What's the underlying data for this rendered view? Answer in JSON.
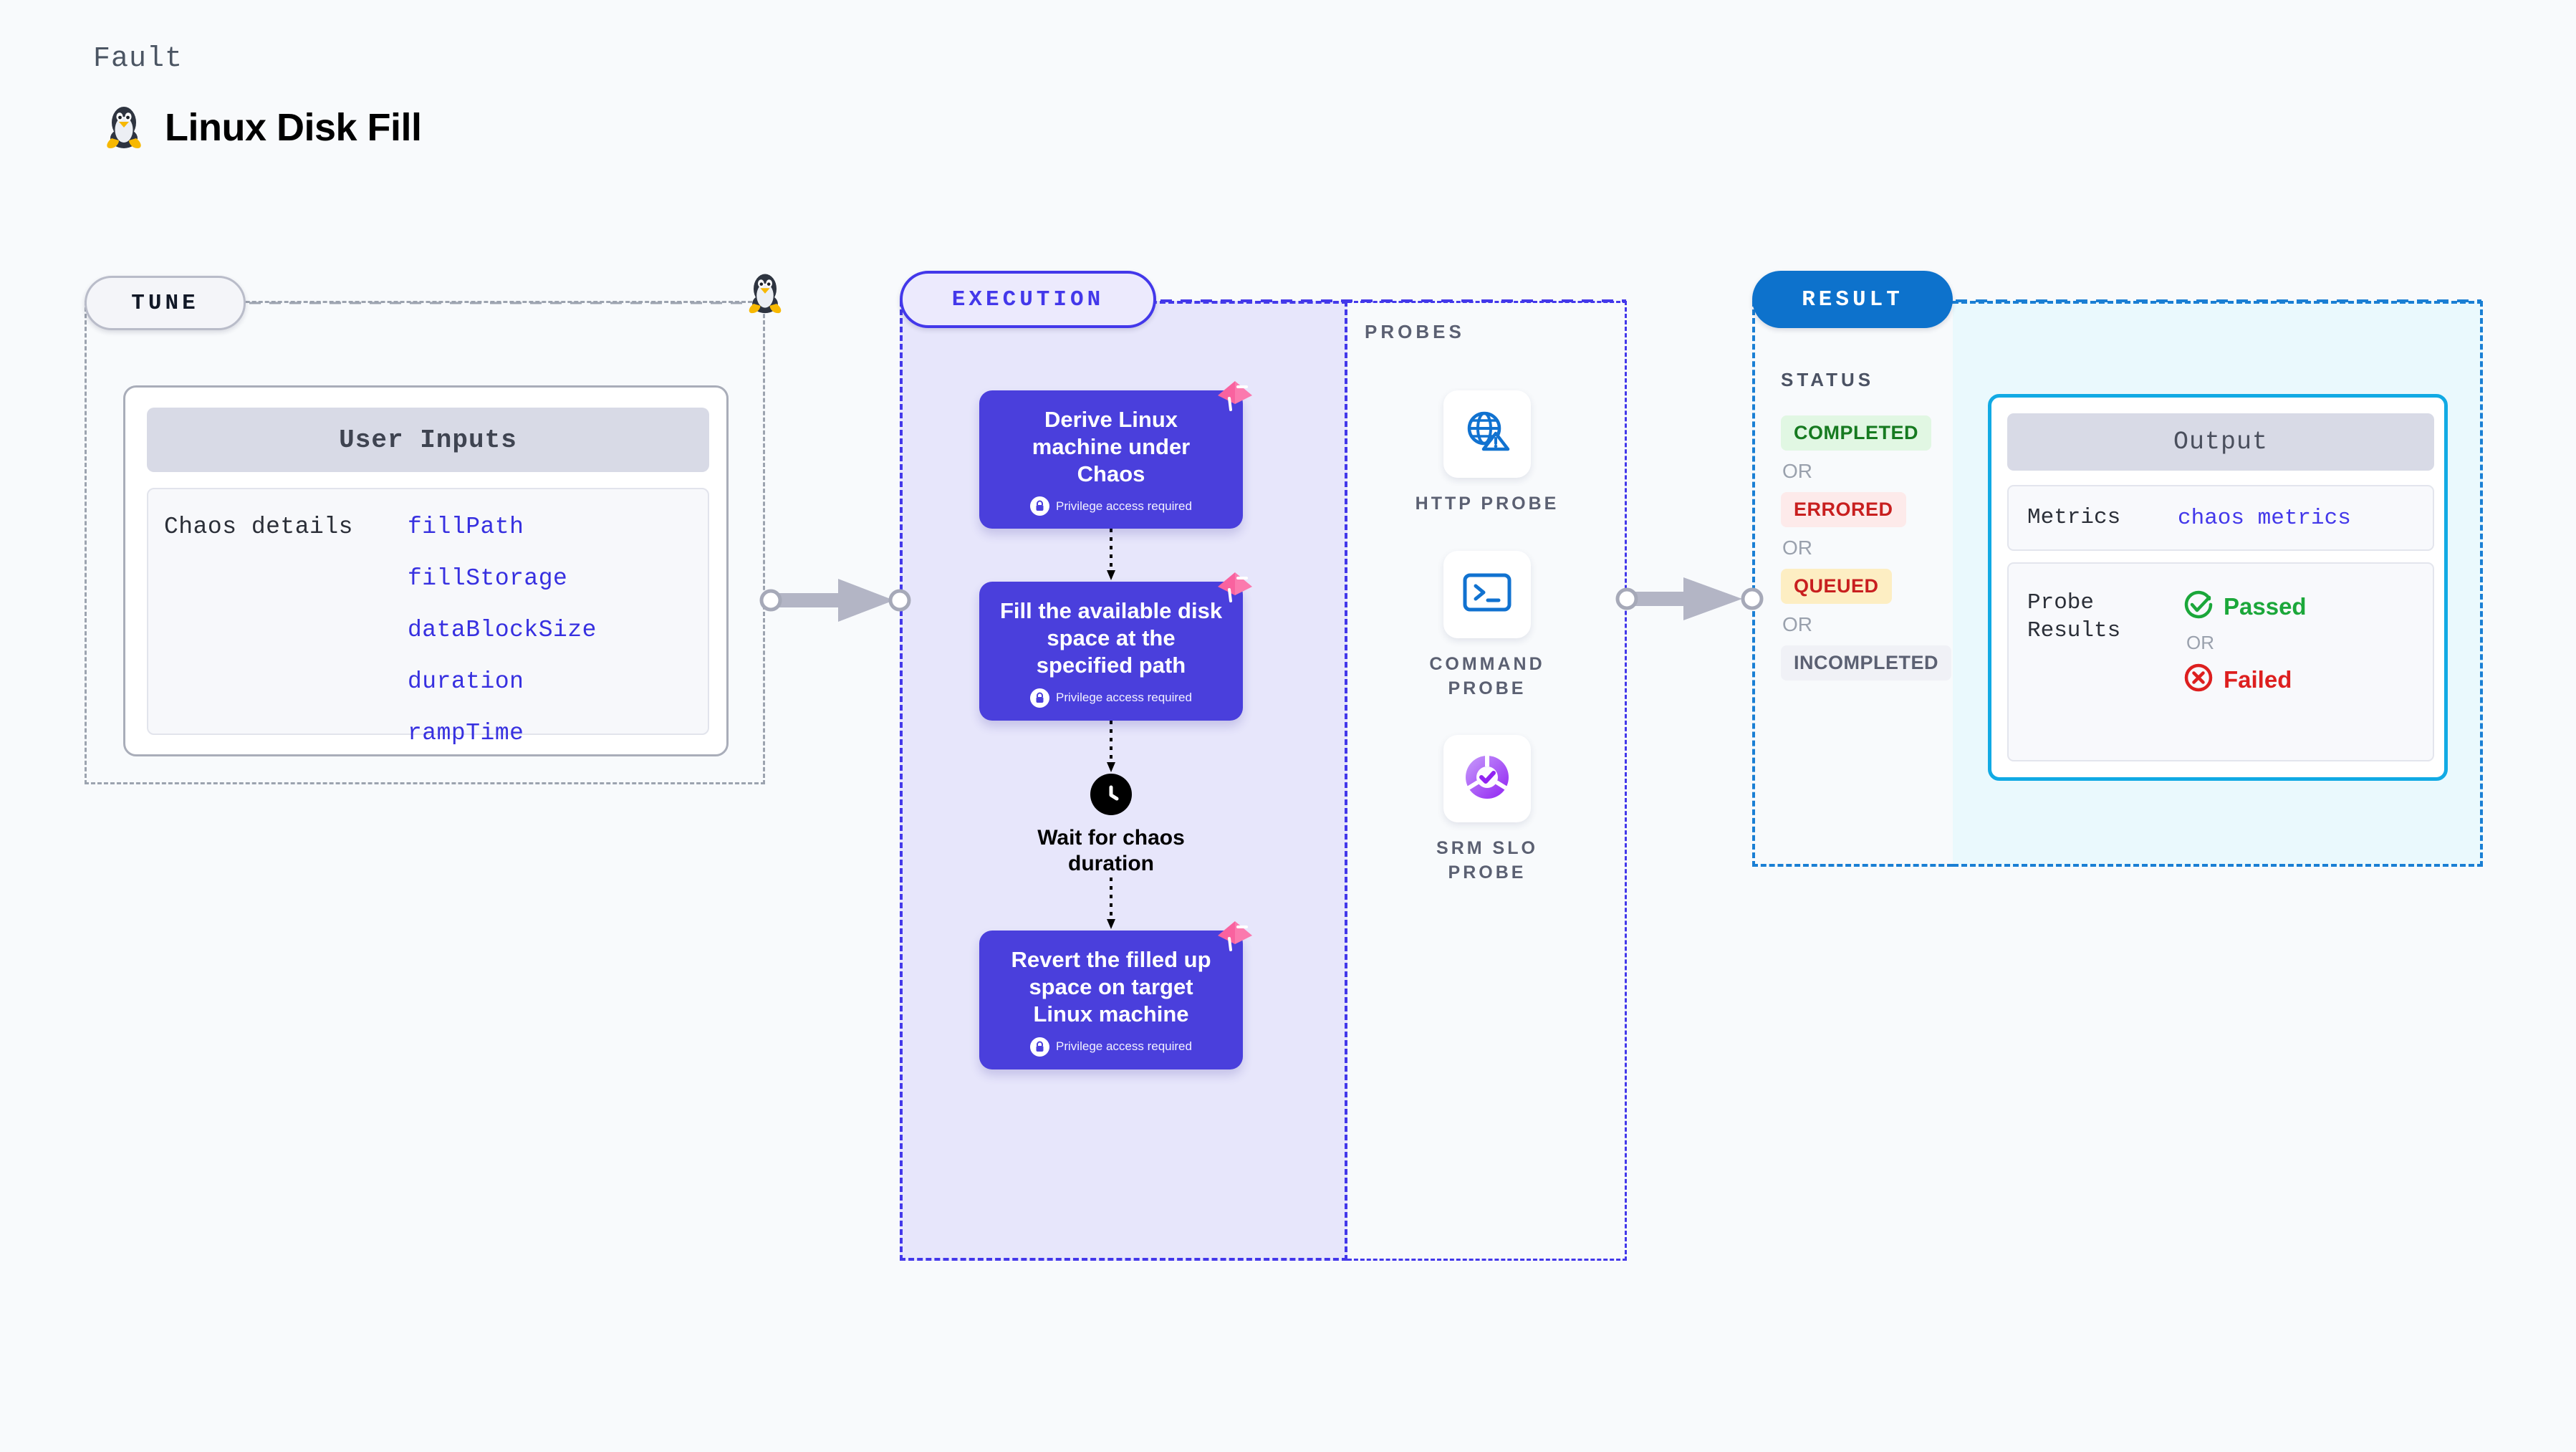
{
  "header": {
    "kicker": "Fault",
    "title": "Linux Disk Fill",
    "icon": "linux-penguin-icon"
  },
  "tune": {
    "badge": "TUNE",
    "card_title": "User Inputs",
    "row_label": "Chaos details",
    "params": [
      "fillPath",
      "fillStorage",
      "dataBlockSize",
      "duration",
      "rampTime"
    ],
    "boundary_icon": "linux-penguin-icon"
  },
  "execution": {
    "badge": "EXECUTION",
    "privilege_note": "Privilege access required",
    "steps": [
      {
        "title": "Derive Linux machine under Chaos",
        "privileged": true,
        "flag": true
      },
      {
        "title": "Fill the available disk space at the specified path",
        "privileged": true,
        "flag": true
      },
      {
        "title": "Revert the filled up space on target Linux machine",
        "privileged": true,
        "flag": true
      }
    ],
    "wait": {
      "icon": "clock-icon",
      "label": "Wait for chaos duration"
    }
  },
  "probes": {
    "label": "PROBES",
    "items": [
      {
        "label": "HTTP PROBE",
        "icon": "globe-warning-icon"
      },
      {
        "label": "COMMAND PROBE",
        "icon": "terminal-icon"
      },
      {
        "label": "SRM SLO PROBE",
        "icon": "slo-donut-check-icon"
      }
    ]
  },
  "result": {
    "badge": "RESULT",
    "status_label": "STATUS",
    "or_text": "OR",
    "statuses": [
      {
        "text": "COMPLETED",
        "color": "#167a20",
        "bg": "#e1f7e3"
      },
      {
        "text": "ERRORED",
        "color": "#c81f1f",
        "bg": "#fdeaea"
      },
      {
        "text": "QUEUED",
        "color": "#c81f1f",
        "bg": "#fdeec3"
      },
      {
        "text": "INCOMPLETED",
        "color": "#5b6072",
        "bg": "#f0f1f6"
      }
    ]
  },
  "output": {
    "title": "Output",
    "metrics_key": "Metrics",
    "metrics_value": "chaos metrics",
    "probe_results_key": "Probe Results",
    "or_text": "OR",
    "passed": {
      "text": "Passed",
      "color": "#1ba73a",
      "icon": "check-circle-icon"
    },
    "failed": {
      "text": "Failed",
      "color": "#dd1f1f",
      "icon": "x-circle-icon"
    }
  },
  "colors": {
    "accent_purple": "#4338ea",
    "step_purple": "#4a3fdc",
    "result_blue": "#0d72cc",
    "output_border": "#11aae4",
    "flag_pink": "#f9629f"
  }
}
